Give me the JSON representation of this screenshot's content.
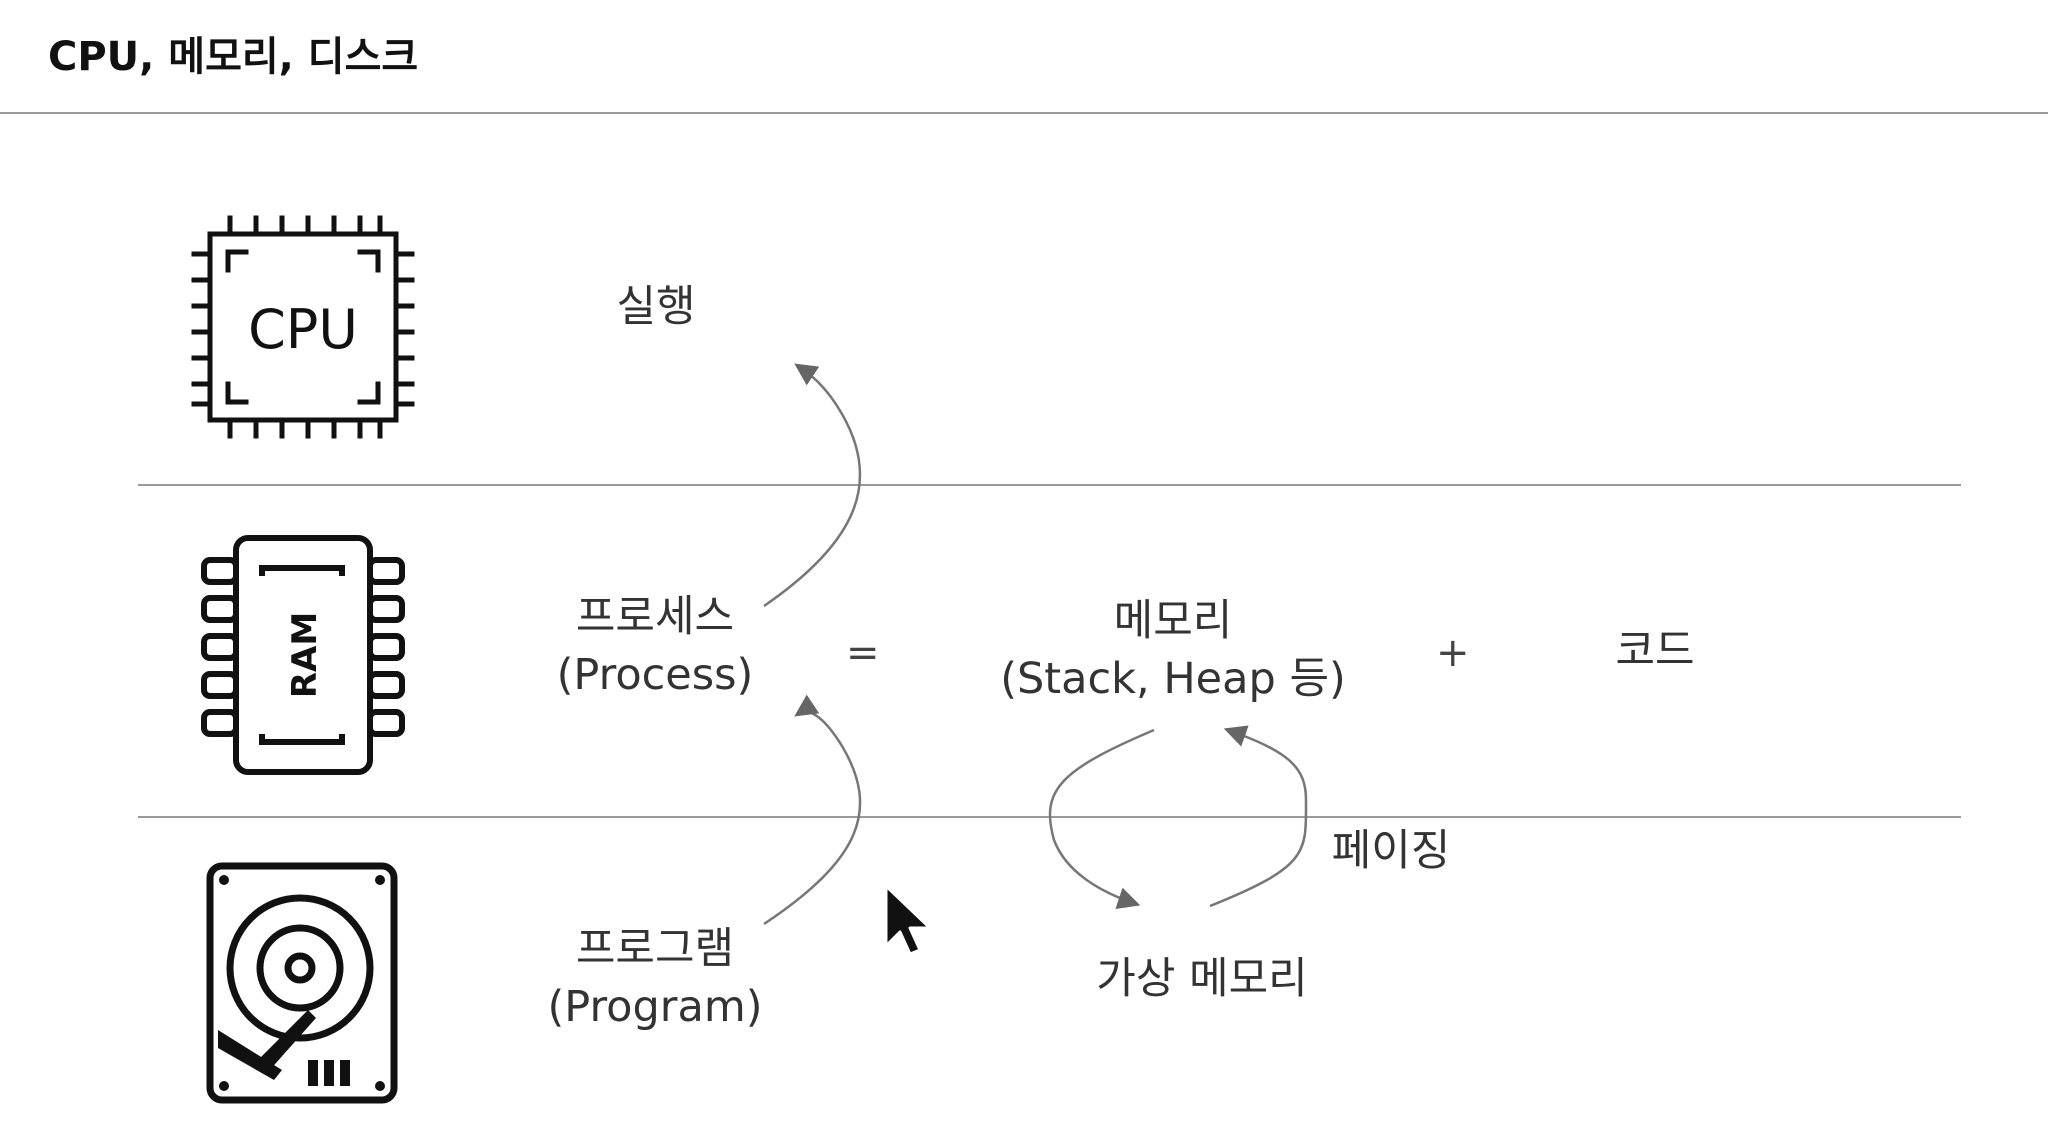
{
  "header": {
    "title": "CPU, 메모리, 디스크"
  },
  "icons": {
    "cpu": {
      "name": "cpu-chip-icon",
      "text": "CPU"
    },
    "ram": {
      "name": "ram-chip-icon",
      "text": "RAM"
    },
    "disk": {
      "name": "hard-disk-icon"
    }
  },
  "labels": {
    "execute": "실행",
    "process_ko": "프로세스",
    "process_en": "(Process)",
    "equals": "=",
    "memory_ko": "메모리",
    "memory_en": "(Stack, Heap 등)",
    "plus": "+",
    "code": "코드",
    "paging": "페이징",
    "program_ko": "프로그램",
    "program_en": "(Program)",
    "virtual_memory": "가상 메모리"
  }
}
